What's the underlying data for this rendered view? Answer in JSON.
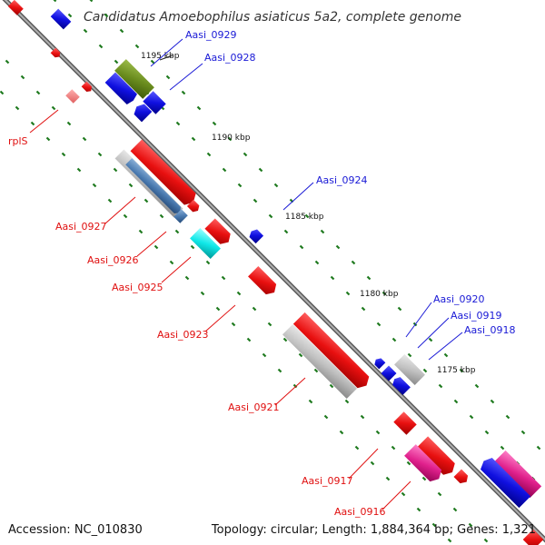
{
  "title": "Candidatus Amoebophilus asiaticus 5a2, complete genome",
  "accession": "Accession: NC_010830",
  "topology": "Topology: circular; Length: 1,884,364 bp; Genes: 1,321",
  "ticks": {
    "t1195": "1195 kbp",
    "t1190": "1190 kbp",
    "t1185": "1185 kbp",
    "t1180": "1180 kbp",
    "t1175": "1175 kbp"
  },
  "labels": {
    "aasi_0929": "Aasi_0929",
    "aasi_0928": "Aasi_0928",
    "rpls": "rplS",
    "aasi_0924": "Aasi_0924",
    "aasi_0927": "Aasi_0927",
    "aasi_0926": "Aasi_0926",
    "aasi_0925": "Aasi_0925",
    "aasi_0923": "Aasi_0923",
    "aasi_0920": "Aasi_0920",
    "aasi_0919": "Aasi_0919",
    "aasi_0918": "Aasi_0918",
    "aasi_0921": "Aasi_0921",
    "aasi_0917": "Aasi_0917",
    "aasi_0916": "Aasi_0916"
  },
  "colors": {
    "backbone": "#8a8a8a",
    "forward_cds": "#e81010",
    "reverse_cds": "#1010e0",
    "rna": "#6a8c1e",
    "pseudo": "#c0c0c0",
    "cyan": "#10e8e8",
    "pink": "#e0208c",
    "steel": "#4a7ab0",
    "tick": "#1f7a1f"
  }
}
